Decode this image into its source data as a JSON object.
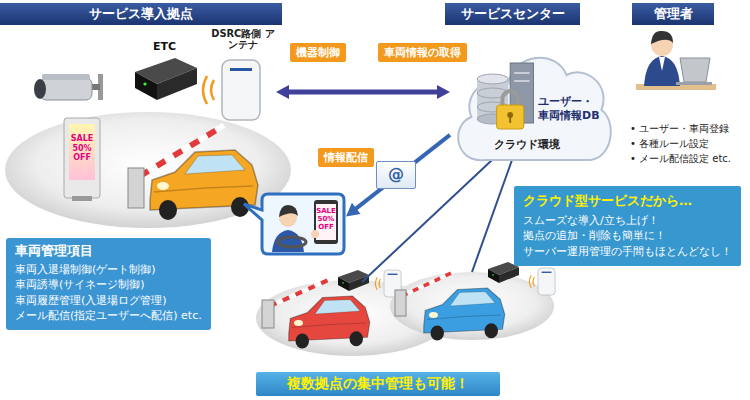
{
  "diagram": {
    "nodes": [
      {
        "text": [
          "サービス導入拠点"
        ]
      },
      {
        "text": [
          "サービスセンター"
        ]
      },
      {
        "text": [
          "管理者"
        ]
      },
      {
        "text": [
          "DSRC路側 アンテナ"
        ]
      },
      {
        "text": [
          "ユーザー・車両情報DB",
          "クラウド環境"
        ]
      },
      {
        "text": [
          "SALE 50% OFF"
        ]
      },
      {
        "text": [
          "車両管理項目",
          "車両入退場制御(ゲート制御)",
          "車両誘導(サイネージ制御)",
          "車両履歴管理(入退場ログ管理)",
          "メール配信(指定ユーザーへ配信) etc."
        ]
      },
      {
        "text": [
          "クラウド型サービスだから…",
          "スムーズな導入/立ち上げ！",
          "拠点の追加・削除も簡単に！",
          "サーバー運用管理の手間もほとんどなし！"
        ]
      },
      {
        "text": [
          "複数拠点の集中管理も可能！"
        ]
      }
    ],
    "edges": [
      {
        "from": 4,
        "to": 3,
        "arrow": "both",
        "label": "機器制御"
      },
      {
        "from": 4,
        "to": 5,
        "arrow": "to",
        "label": "情報配信"
      }
    ],
    "labels": [
      "ETC",
      "車両情報の取得",
      "• ユーザー・車両登録",
      "• 各種ルール設定",
      "• メール配信設定 etc.",
      "@",
      "SALE 50% OFF"
    ]
  }
}
